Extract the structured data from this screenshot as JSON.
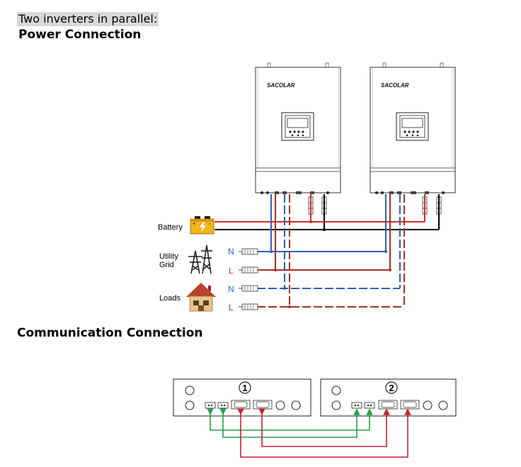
{
  "intro_text": "Two inverters in parallel:",
  "power_heading": "Power Connection",
  "comm_heading": "Communication Connection",
  "brand": "SACOLAR",
  "labels": {
    "battery": "Battery",
    "utility_line1": "Utility",
    "utility_line2": "Grid",
    "loads": "Loads",
    "neutral": "N",
    "live": "L"
  },
  "unit_numbers": [
    "1",
    "2"
  ],
  "colors": {
    "dc_positive": "#d32a2a",
    "dc_negative": "#000000",
    "neutral": "#2e5fb8",
    "live": "#a5302a",
    "comm_green": "#2aa14a",
    "comm_red": "#d0202e"
  },
  "icons": [
    "battery-icon",
    "utility-tower-icon",
    "house-icon",
    "terminal-block-icon",
    "breaker-icon"
  ]
}
